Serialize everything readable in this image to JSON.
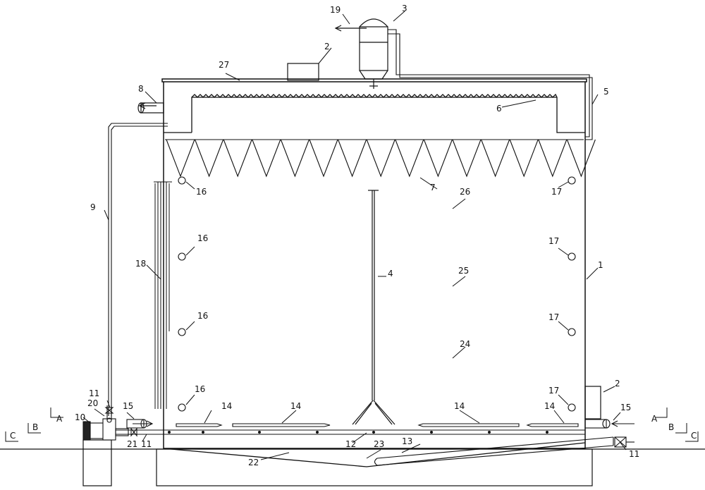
{
  "labels": {
    "n1": "1",
    "n2a": "2",
    "n2b": "2",
    "n3": "3",
    "n4": "4",
    "n5": "5",
    "n6": "6",
    "n7": "7",
    "n8": "8",
    "n9": "9",
    "n10": "10",
    "n11a": "11",
    "n11b": "11",
    "n11c": "11",
    "n12": "12",
    "n13": "13",
    "n14a": "14",
    "n14b": "14",
    "n14c": "14",
    "n14d": "14",
    "n15a": "15",
    "n15b": "15",
    "n16a": "16",
    "n16b": "16",
    "n16c": "16",
    "n16d": "16",
    "n17a": "17",
    "n17b": "17",
    "n17c": "17",
    "n17d": "17",
    "n18": "18",
    "n19": "19",
    "n20": "20",
    "n21": "21",
    "n22": "22",
    "n23": "23",
    "n24": "24",
    "n25": "25",
    "n26": "26",
    "n27": "27"
  },
  "sections": {
    "leftA": "A",
    "leftB": "B",
    "leftC": "C",
    "rightA": "A",
    "rightB": "B",
    "rightC": "C"
  }
}
